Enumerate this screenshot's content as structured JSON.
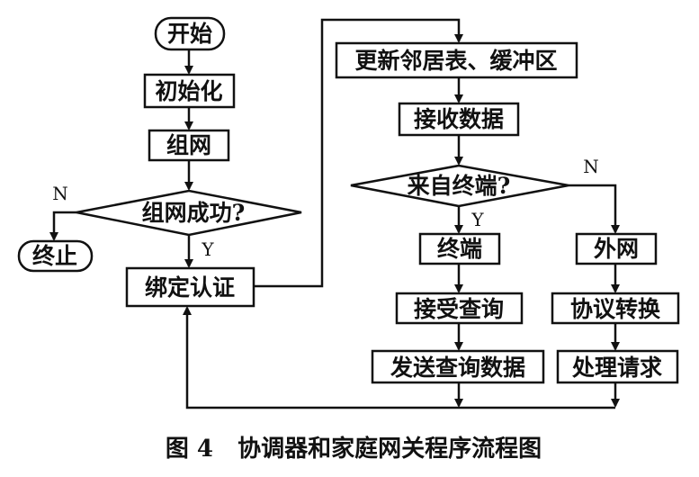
{
  "diagram": {
    "caption": "图 4   协调器和家庭网关程序流程图",
    "nodes": {
      "start": "开始",
      "init": "初始化",
      "network": "组网",
      "network_ok": "组网成功?",
      "terminate": "终止",
      "bind_auth": "绑定认证",
      "update": "更新邻居表、缓冲区",
      "receive": "接收数据",
      "from_terminal": "来自终端?",
      "terminal": "终端",
      "external": "外网",
      "accept_query": "接受查询",
      "protocol_convert": "协议转换",
      "send_query_data": "发送查询数据",
      "handle_request": "处理请求"
    },
    "branch_labels": {
      "network_ok_no": "N",
      "network_ok_yes": "Y",
      "from_terminal_no": "N",
      "from_terminal_yes": "Y"
    }
  }
}
